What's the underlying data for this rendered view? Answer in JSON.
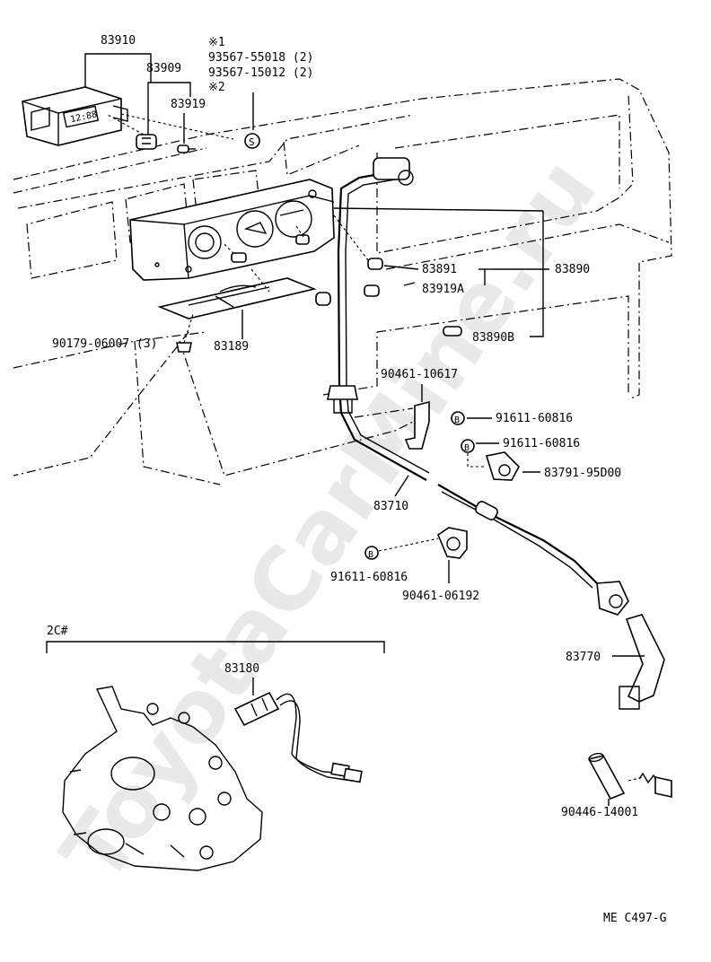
{
  "watermark": "ToyotaCarMine.ru",
  "section_label": "2C#",
  "footer_code": "ME C497-G",
  "clock_display": "12:88",
  "notes": {
    "star1": "※1",
    "star2": "※2",
    "line1": "93567-55018 (2)",
    "line2": "93567-15012 (2)"
  },
  "markers": {
    "screw_s": "S",
    "bolt_b": "B"
  },
  "parts": {
    "p83910": "83910",
    "p83909": "83909",
    "p83919": "83919",
    "p83919A": "83919A",
    "p83891": "83891",
    "p83890": "83890",
    "p83890B": "83890B",
    "p90179": "90179-06007 (3)",
    "p83189": "83189",
    "p90461a": "90461-10617",
    "p91611a": "91611-60816",
    "p91611b": "91611-60816",
    "p83791": "83791-95D00",
    "p83710": "83710",
    "p91611c": "91611-60816",
    "p90461b": "90461-06192",
    "p83770": "83770",
    "p83180": "83180",
    "p90446": "90446-14001"
  }
}
